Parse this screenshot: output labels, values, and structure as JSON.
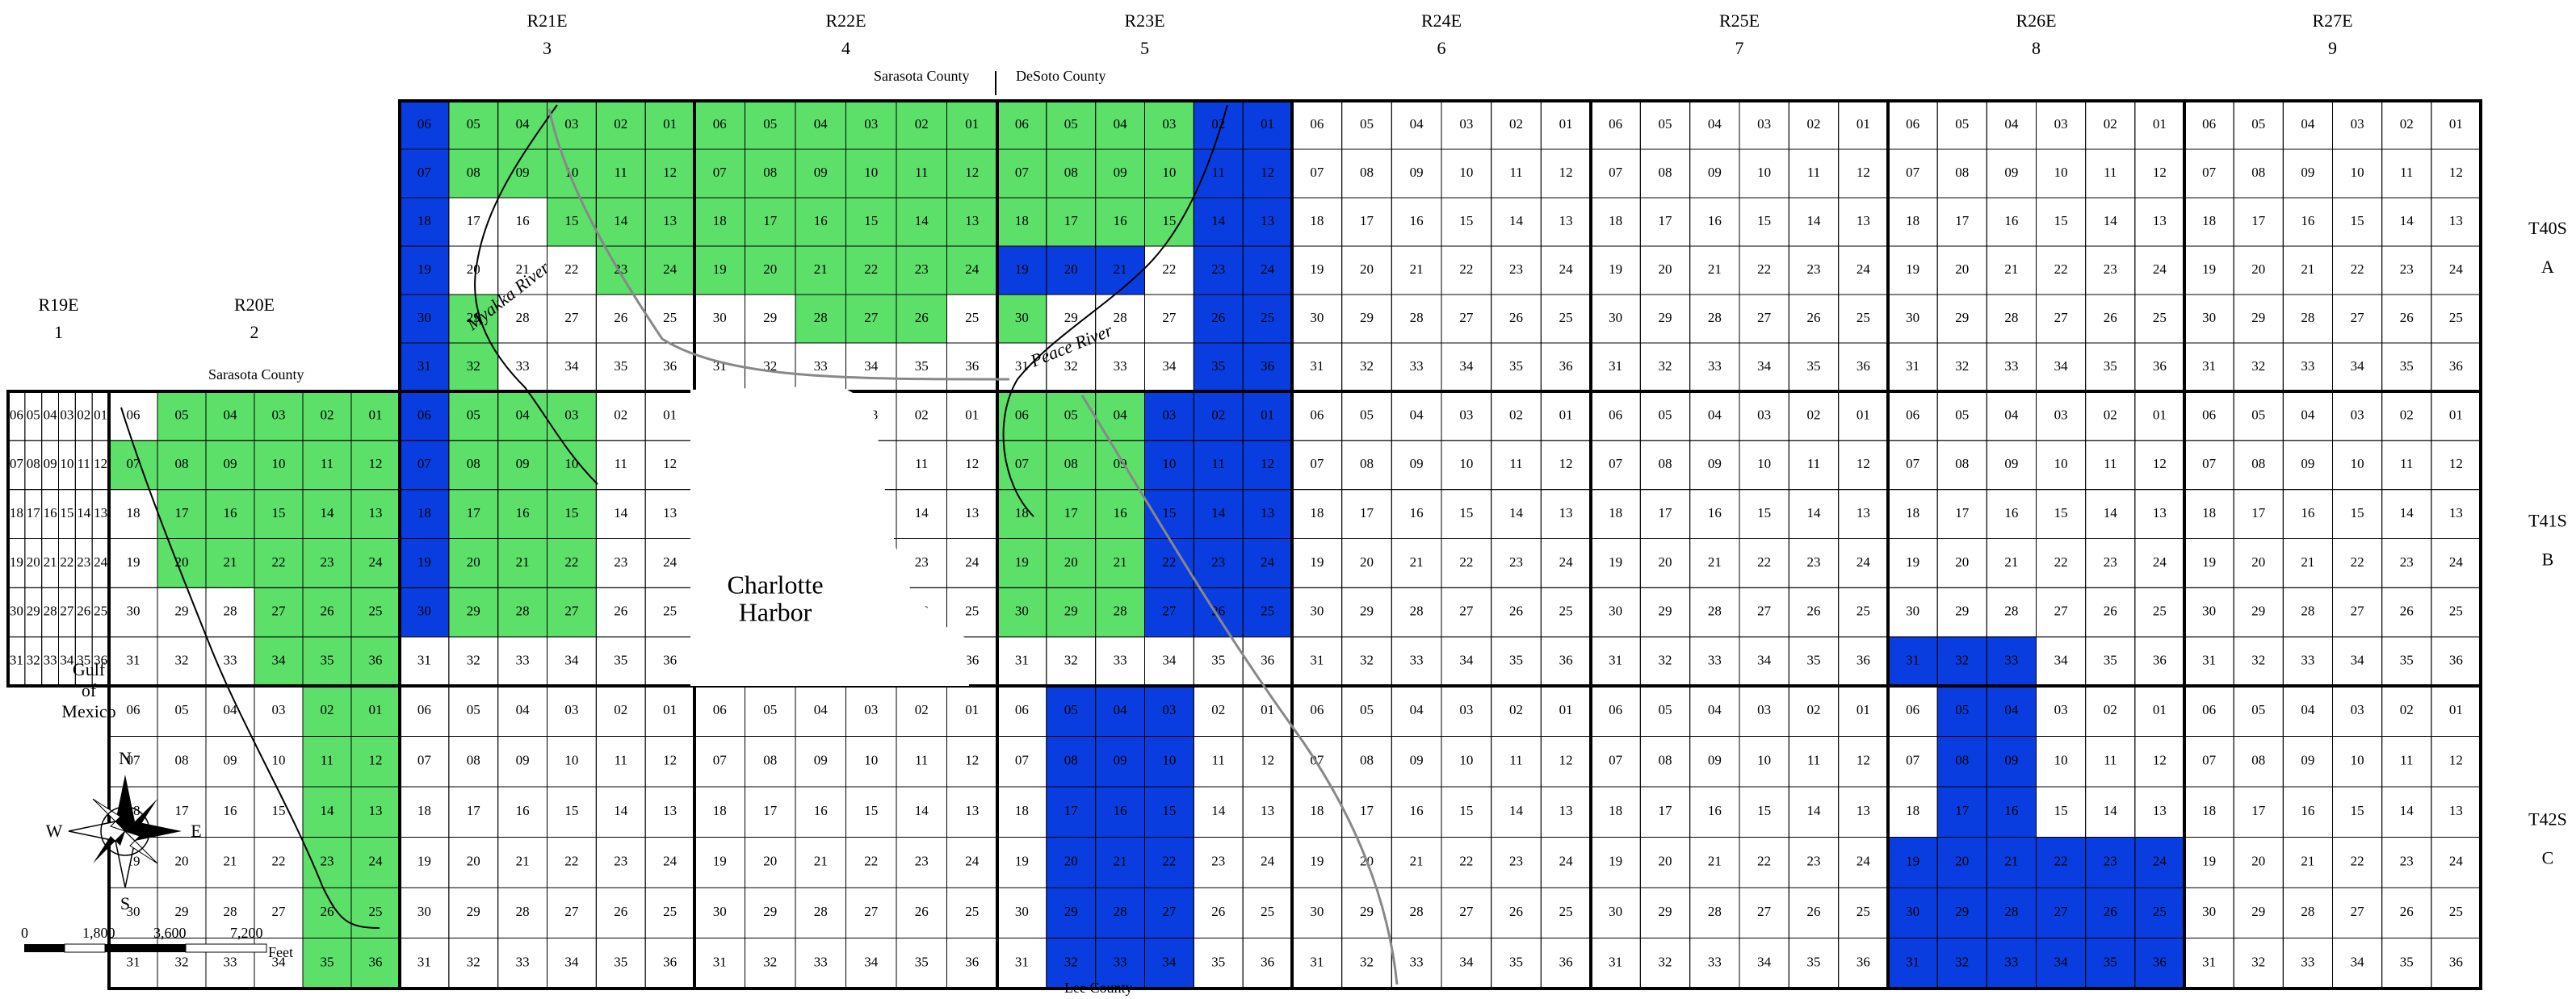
{
  "ranges": [
    {
      "code": "R19E",
      "idx": "1"
    },
    {
      "code": "R20E",
      "idx": "2"
    },
    {
      "code": "R21E",
      "idx": "3"
    },
    {
      "code": "R22E",
      "idx": "4"
    },
    {
      "code": "R23E",
      "idx": "5"
    },
    {
      "code": "R24E",
      "idx": "6"
    },
    {
      "code": "R25E",
      "idx": "7"
    },
    {
      "code": "R26E",
      "idx": "8"
    },
    {
      "code": "R27E",
      "idx": "9"
    }
  ],
  "townships": [
    {
      "code": "T40S",
      "letter": "A"
    },
    {
      "code": "T41S",
      "letter": "B"
    },
    {
      "code": "T42S",
      "letter": "C"
    }
  ],
  "place_labels": {
    "sarasota_county_top": "Sarasota County",
    "desoto_county": "DeSoto County",
    "sarasota_county_left": "Sarasota County",
    "lee_county": "Lee County",
    "charlotte_harbor_1": "Charlotte",
    "charlotte_harbor_2": "Harbor",
    "gulf_1": "Gulf",
    "gulf_2": "of",
    "gulf_3": "Mexico",
    "myakka_river": "Myakka River",
    "peace_river": "Peace River"
  },
  "compass": {
    "n": "N",
    "s": "S",
    "e": "E",
    "w": "W"
  },
  "scale_bar": {
    "ticks": [
      "0",
      "1,800",
      "3,600",
      "7,200"
    ],
    "unit": "Feet"
  },
  "legend_colors": {
    "blue": "#0a3de0",
    "green": "#5ce06a"
  },
  "section_numbers": [
    [
      "06",
      "05",
      "04",
      "03",
      "02",
      "01"
    ],
    [
      "07",
      "08",
      "09",
      "10",
      "11",
      "12"
    ],
    [
      "18",
      "17",
      "16",
      "15",
      "14",
      "13"
    ],
    [
      "19",
      "20",
      "21",
      "22",
      "23",
      "24"
    ],
    [
      "30",
      "29",
      "28",
      "27",
      "26",
      "25"
    ],
    [
      "31",
      "32",
      "33",
      "34",
      "35",
      "36"
    ]
  ]
}
